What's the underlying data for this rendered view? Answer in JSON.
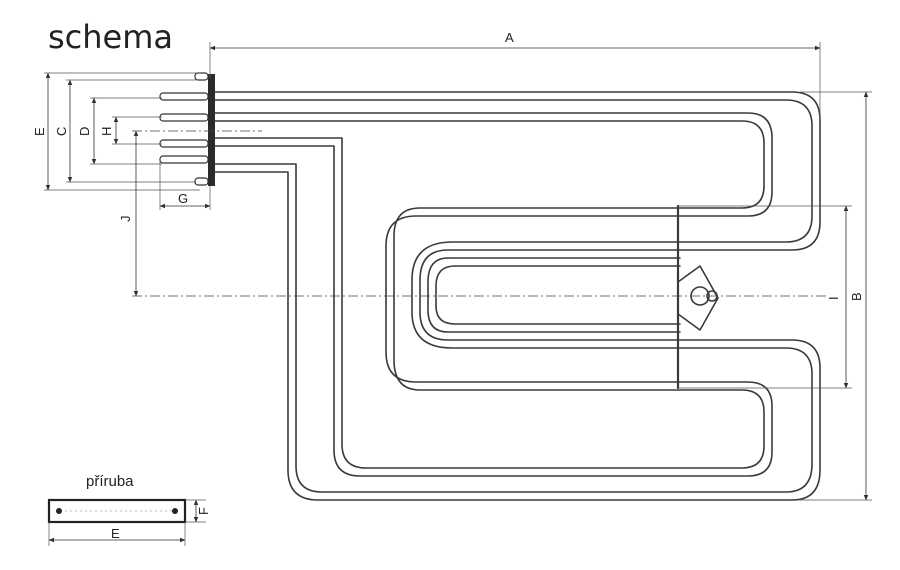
{
  "title": "schema",
  "dimension_labels": {
    "A": "A",
    "B": "B",
    "C": "C",
    "D": "D",
    "E": "E",
    "G": "G",
    "H": "H",
    "I": "I",
    "J": "J"
  },
  "flange": {
    "title": "příruba",
    "width_label": "E",
    "height_label": "F"
  }
}
